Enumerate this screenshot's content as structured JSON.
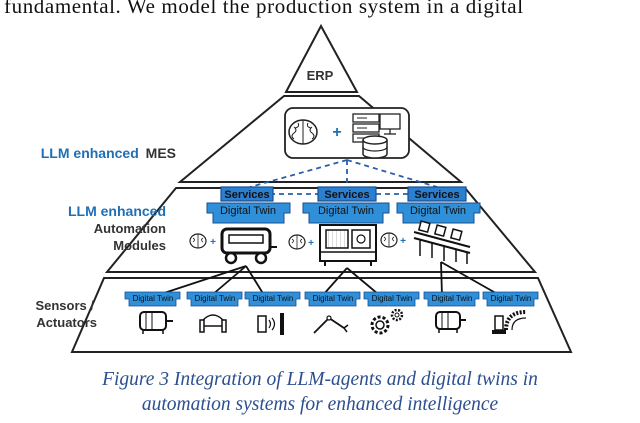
{
  "top_text": "fundamental. We model the production system in a digital",
  "levels": {
    "erp": "ERP",
    "mes_label_prefix": "LLM enhanced",
    "mes_label_suffix": "MES",
    "automation_label_line1": "LLM enhanced",
    "automation_label_line2": "Automation",
    "automation_label_line3": "Modules",
    "sensors_label_line1": "Sensors /",
    "sensors_label_line2": "Actuators"
  },
  "services_label": "Services",
  "digital_twin_label": "Digital Twin",
  "plus_sign": "+",
  "caption_line1": "Figure 3 Integration of LLM-agents and digital twins in",
  "caption_line2": "automation systems for enhanced intelligence",
  "colors": {
    "llm_blue": "#1f6fb5",
    "twin_blue": "#2f8fd8",
    "twin_dark": "#1a4f90",
    "services_fill": "#2b7fd0",
    "dashed_blue": "#2a5faa",
    "caption": "#2c4f8f"
  }
}
